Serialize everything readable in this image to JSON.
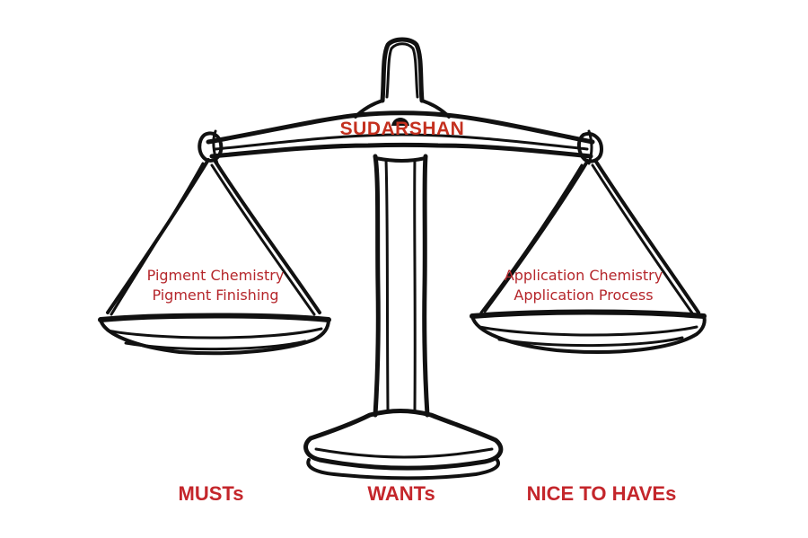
{
  "logo": {
    "text": "SUDARSHAN",
    "color": "#c4301f"
  },
  "left_pan": {
    "lines": [
      "Pigment Chemistry",
      "Pigment Finishing"
    ]
  },
  "right_pan": {
    "lines": [
      "Application Chemistry",
      "Application Process"
    ]
  },
  "labels": {
    "left": "MUSTs",
    "center": "WANTs",
    "right": "NICE TO HAVEs"
  },
  "colors": {
    "accent": "#c4262b",
    "ink": "#111111"
  }
}
